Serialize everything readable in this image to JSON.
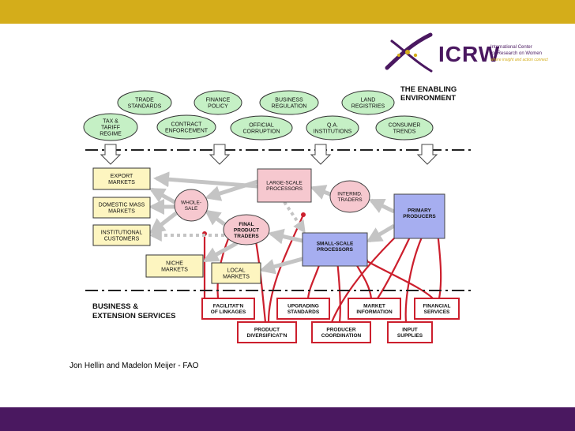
{
  "logo": {
    "word": "ICRW",
    "line1": "International Center",
    "line2": "for Research on Women",
    "tagline": "where insight and action connect"
  },
  "heading": {
    "enabling": [
      "THE ENABLING",
      "ENVIRONMENT"
    ],
    "business": [
      "BUSINESS &",
      "EXTENSION SERVICES"
    ]
  },
  "enabling_environment": [
    {
      "id": "trade-standards",
      "lines": [
        "TRADE",
        "STANDARDS"
      ]
    },
    {
      "id": "finance-policy",
      "lines": [
        "FINANCE",
        "POLICY"
      ]
    },
    {
      "id": "business-regulation",
      "lines": [
        "BUSINESS",
        "REGULATION"
      ]
    },
    {
      "id": "land-registries",
      "lines": [
        "LAND",
        "REGISTRIES"
      ]
    },
    {
      "id": "tax-tariff",
      "lines": [
        "TAX &",
        "TARIFF",
        "REGIME"
      ]
    },
    {
      "id": "contract-enforcement",
      "lines": [
        "CONTRACT",
        "ENFORCEMENT"
      ]
    },
    {
      "id": "official-corruption",
      "lines": [
        "OFFICIAL",
        "CORRUPTION"
      ]
    },
    {
      "id": "qa-institutions",
      "lines": [
        "Q.A.",
        "INSTITUTIONS"
      ]
    },
    {
      "id": "consumer-trends",
      "lines": [
        "CONSUMER",
        "TRENDS"
      ]
    }
  ],
  "markets": [
    {
      "id": "export",
      "lines": [
        "EXPORT",
        "MARKETS"
      ]
    },
    {
      "id": "domestic-mass",
      "lines": [
        "DOMESTIC MASS",
        "MARKETS"
      ]
    },
    {
      "id": "institutional",
      "lines": [
        "INSTITUTIONAL",
        "CUSTOMERS"
      ]
    },
    {
      "id": "niche",
      "lines": [
        "NICHE",
        "MARKETS"
      ]
    },
    {
      "id": "local",
      "lines": [
        "LOCAL",
        "MARKETS"
      ]
    }
  ],
  "actors": [
    {
      "id": "wholesale",
      "lines": [
        "WHOLE-",
        "SALE"
      ]
    },
    {
      "id": "final-product-traders",
      "lines": [
        "FINAL",
        "PRODUCT",
        "TRADERS"
      ]
    },
    {
      "id": "intermediate-traders",
      "lines": [
        "INTERMD.",
        "TRADERS"
      ]
    },
    {
      "id": "large-scale-processors",
      "lines": [
        "LARGE-SCALE",
        "PROCESSORS"
      ]
    },
    {
      "id": "small-scale-processors",
      "lines": [
        "SMALL-SCALE",
        "PROCESSORS"
      ]
    },
    {
      "id": "primary-producers",
      "lines": [
        "PRIMARY",
        "PRODUCERS"
      ]
    }
  ],
  "services": [
    {
      "id": "facilitation-linkages",
      "lines": [
        "FACILITAT'N",
        "OF LINKAGES"
      ]
    },
    {
      "id": "upgrading-standards",
      "lines": [
        "UPGRADING",
        "STANDARDS"
      ]
    },
    {
      "id": "market-information",
      "lines": [
        "MARKET",
        "INFORMATION"
      ]
    },
    {
      "id": "financial-services",
      "lines": [
        "FINANCIAL",
        "SERVICES"
      ]
    },
    {
      "id": "product-diversification",
      "lines": [
        "PRODUCT",
        "DIVERSIFICAT'N"
      ]
    },
    {
      "id": "producer-coordination",
      "lines": [
        "PRODUCER",
        "COORDINATION"
      ]
    },
    {
      "id": "input-supplies",
      "lines": [
        "INPUT",
        "SUPPLIES"
      ]
    }
  ],
  "credit": "Jon Hellin and Madelon Meijer - FAO",
  "colors": {
    "top_band": "#d4ad1a",
    "bottom_band": "#4a1860",
    "oval": "#c5f0c5",
    "market_box": "#fdf5c0",
    "actor_pink": "#f6c8cf",
    "actor_blue": "#a6aef0",
    "service_red": "#cc1f2d",
    "arrow_gray": "#c4c4c4"
  }
}
